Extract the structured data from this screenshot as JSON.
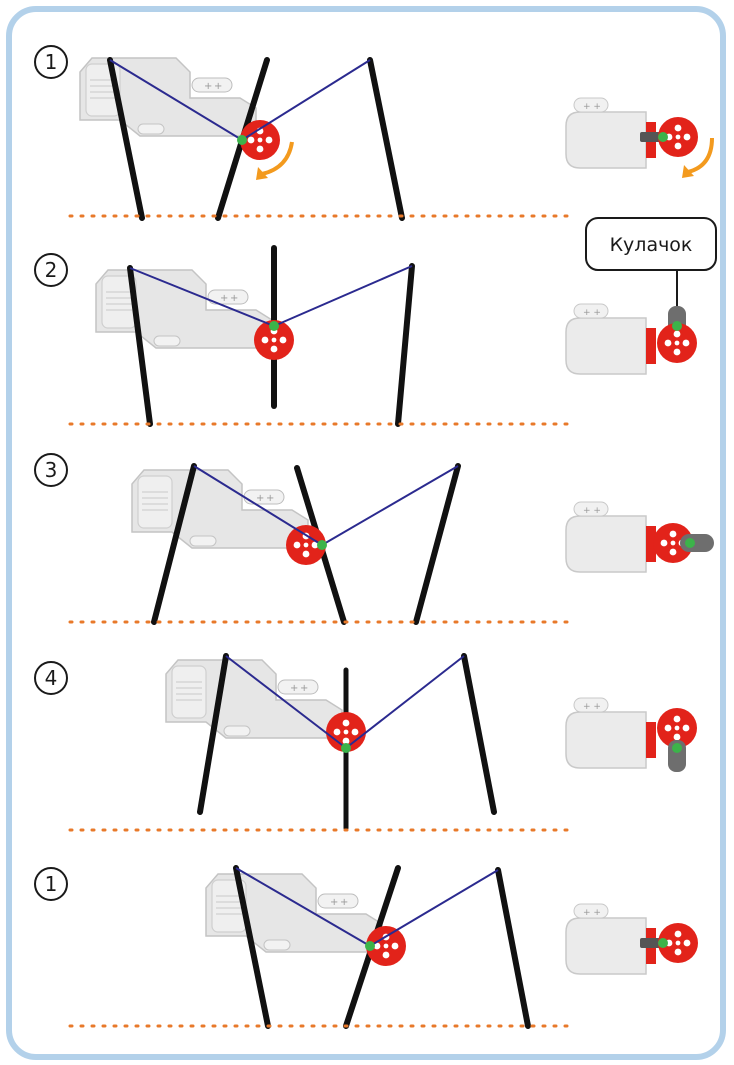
{
  "callout": {
    "label": "Кулачок"
  },
  "colors": {
    "frame": "#b3d1ea",
    "leg": "#111111",
    "string": "#2b2a8f",
    "cam": "#e2231a",
    "pivot": "#3cb34a",
    "arrow": "#f39a1e",
    "ground": "#e8792a",
    "motor": "#e3e3e3",
    "axle_piece": "#555555"
  },
  "icons": {
    "motor": "lego-motor-icon",
    "cam_wheel": "cam-wheel-icon",
    "rotation_arrow": "rotation-arrow-icon"
  },
  "steps": [
    {
      "label": "1",
      "rotation_arrow": true
    },
    {
      "label": "2",
      "rotation_arrow": false
    },
    {
      "label": "3",
      "rotation_arrow": false
    },
    {
      "label": "4",
      "rotation_arrow": false
    },
    {
      "label": "1",
      "rotation_arrow": false
    }
  ]
}
